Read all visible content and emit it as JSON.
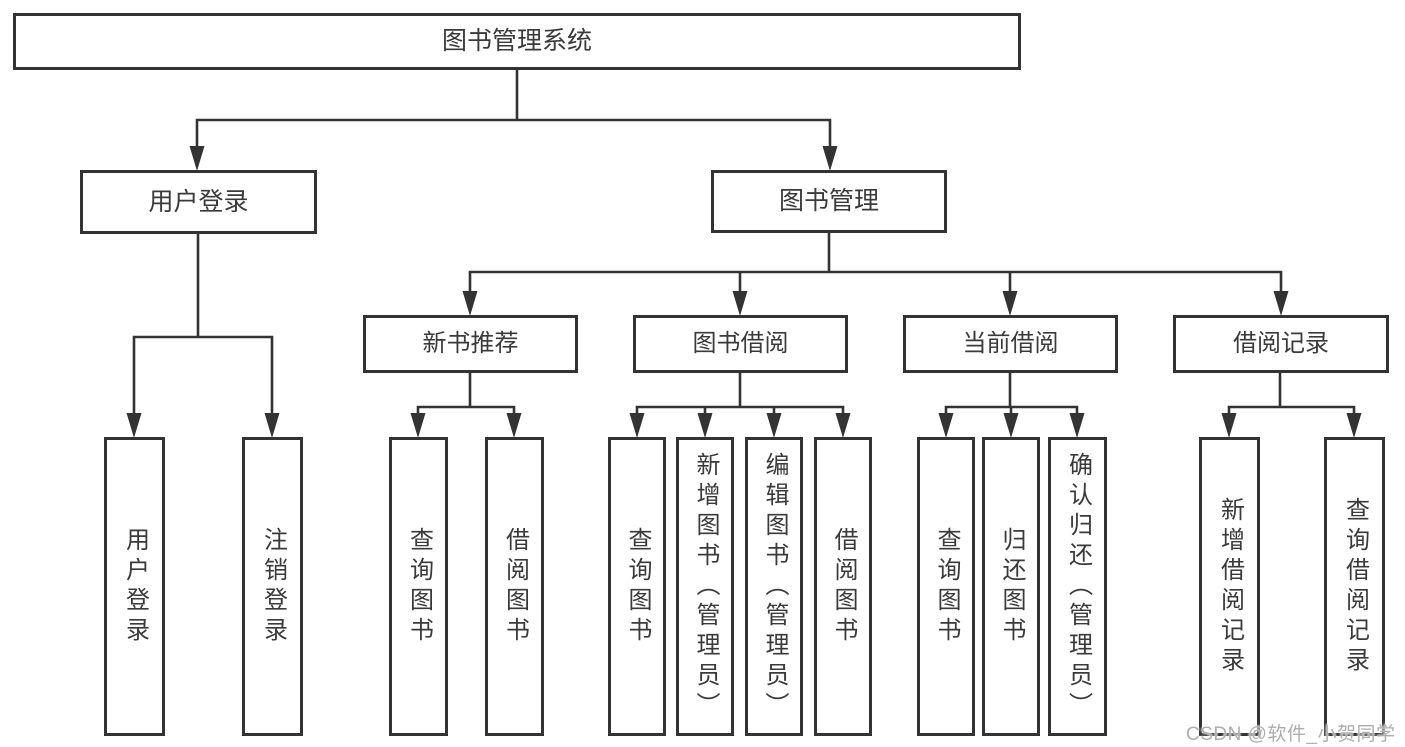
{
  "tree": {
    "label": "图书管理系统",
    "children": [
      {
        "label": "用户登录",
        "children": [
          {
            "label": "用户登录"
          },
          {
            "label": "注销登录"
          }
        ]
      },
      {
        "label": "图书管理",
        "children": [
          {
            "label": "新书推荐",
            "children": [
              {
                "label": "查询图书"
              },
              {
                "label": "借阅图书"
              }
            ]
          },
          {
            "label": "图书借阅",
            "children": [
              {
                "label": "查询图书"
              },
              {
                "label": "新增图书（管理员）"
              },
              {
                "label": "编辑图书（管理员）"
              },
              {
                "label": "借阅图书"
              }
            ]
          },
          {
            "label": "当前借阅",
            "children": [
              {
                "label": "查询图书"
              },
              {
                "label": "归还图书"
              },
              {
                "label": "确认归还（管理员）"
              }
            ]
          },
          {
            "label": "借阅记录",
            "children": [
              {
                "label": "新增借阅记录"
              },
              {
                "label": "查询借阅记录"
              }
            ]
          }
        ]
      }
    ]
  },
  "watermark": {
    "text": "CSDN @软件_小贺同学"
  },
  "colors": {
    "box_border": "#333333",
    "connector": "#333333",
    "text": "#3a3a3a",
    "watermark": "#aeaeae",
    "background": "#ffffff"
  }
}
